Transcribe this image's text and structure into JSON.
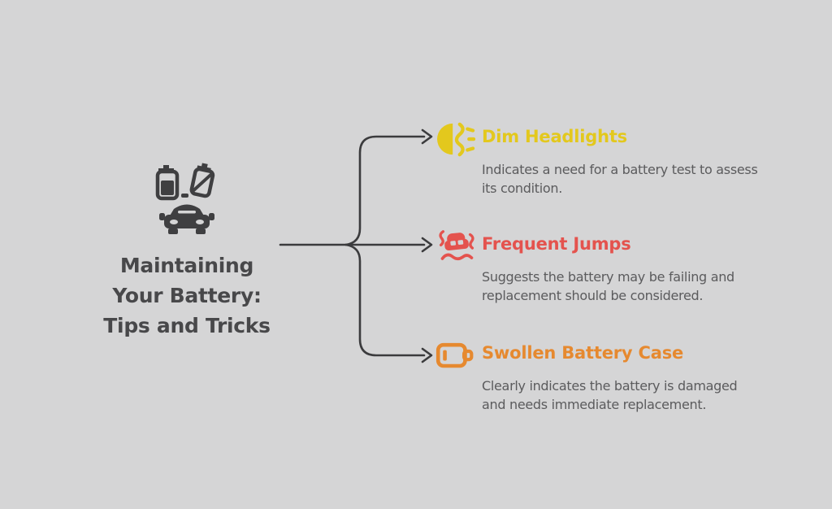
{
  "background_color": "#d5d5d6",
  "connector_color": "#3b3b3d",
  "center": {
    "icon": "car-battery-check-icon",
    "icon_color": "#3f3f41",
    "title_color": "#48484a",
    "title_lines": [
      "Maintaining",
      "Your Battery:",
      "Tips and Tricks"
    ]
  },
  "body_text_color": "#5b5b5d",
  "items": [
    {
      "icon": "dim-headlight-icon",
      "color": "#e3c81d",
      "title": "Dim Headlights",
      "description": "Indicates a need for a battery test to assess its condition."
    },
    {
      "icon": "car-shake-icon",
      "color": "#e4534e",
      "title": "Frequent Jumps",
      "description": "Suggests the battery may be failing and replacement should be considered."
    },
    {
      "icon": "low-battery-icon",
      "color": "#e6892f",
      "title": "Swollen Battery Case",
      "description": "Clearly indicates the battery is damaged and needs immediate replacement."
    }
  ]
}
